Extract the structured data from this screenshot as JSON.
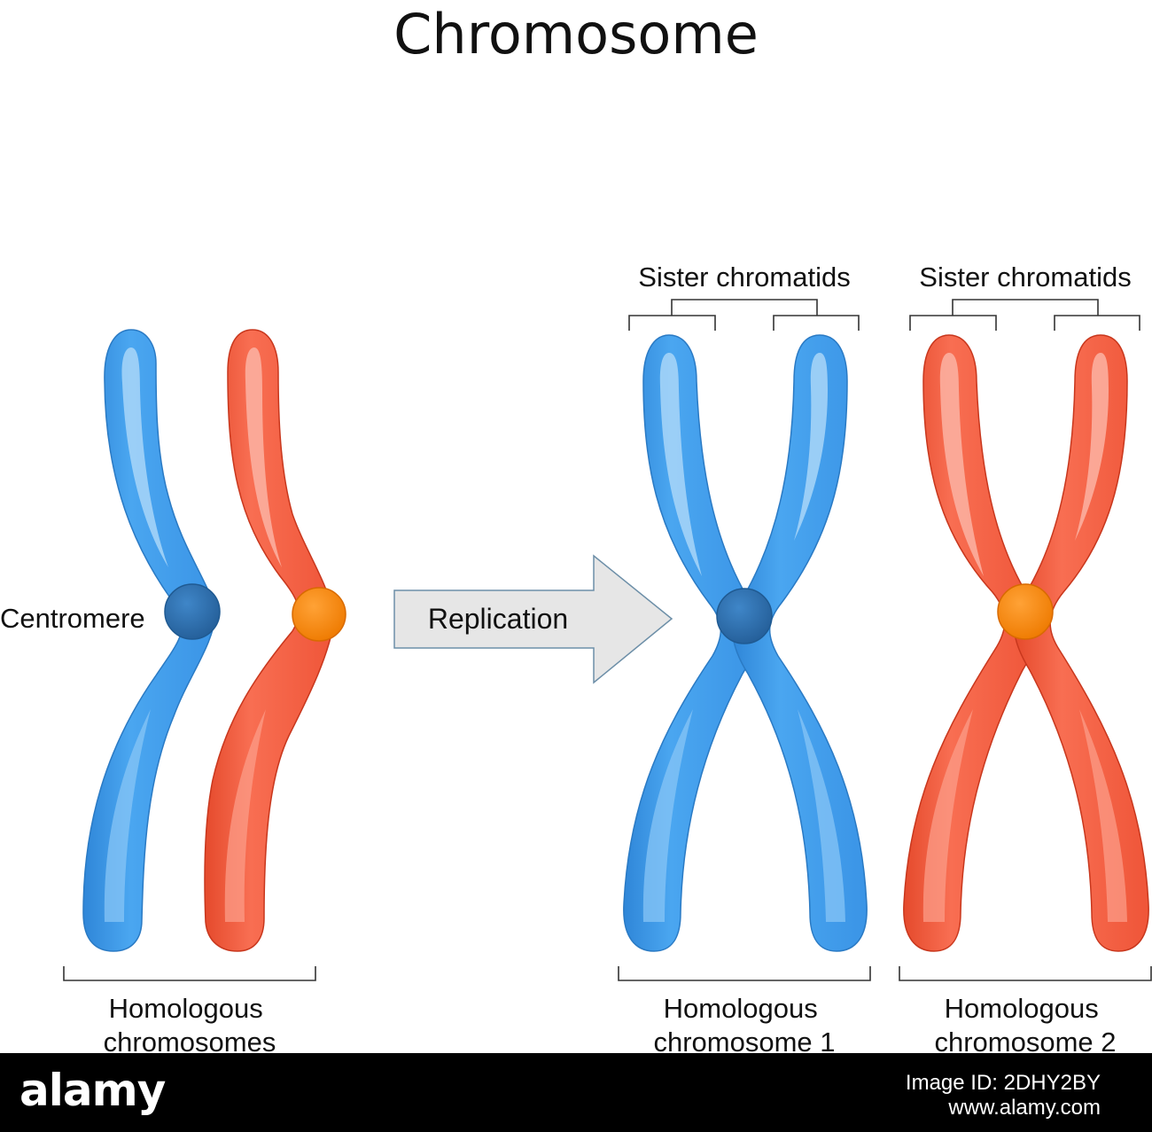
{
  "title": "Chromosome",
  "labels": {
    "centromere": "Centromere",
    "replication": "Replication",
    "sister_1": "Sister chromatids",
    "sister_2": "Sister chromatids",
    "homologous_pair": [
      "Homologous",
      "chromosomes"
    ],
    "homologous_1": [
      "Homologous",
      "chromosome 1"
    ],
    "homologous_2": [
      "Homologous",
      "chromosome 2"
    ]
  },
  "watermark": {
    "logo": "alamy",
    "image_id": "Image ID: 2DHY2BY",
    "site": "www.alamy.com"
  },
  "colors": {
    "blue": "#3E9CEC",
    "blue_dark": "#2F77B8",
    "blue_light": "#A9D6F8",
    "red": "#F25A3C",
    "red_dark": "#C8371D",
    "red_light": "#FBB3A3",
    "centromere_blue": "#2D6CAD",
    "centromere_orange": "#F7890F",
    "arrow_fill": "#E6E6E6",
    "arrow_stroke": "#6D8FA8"
  }
}
